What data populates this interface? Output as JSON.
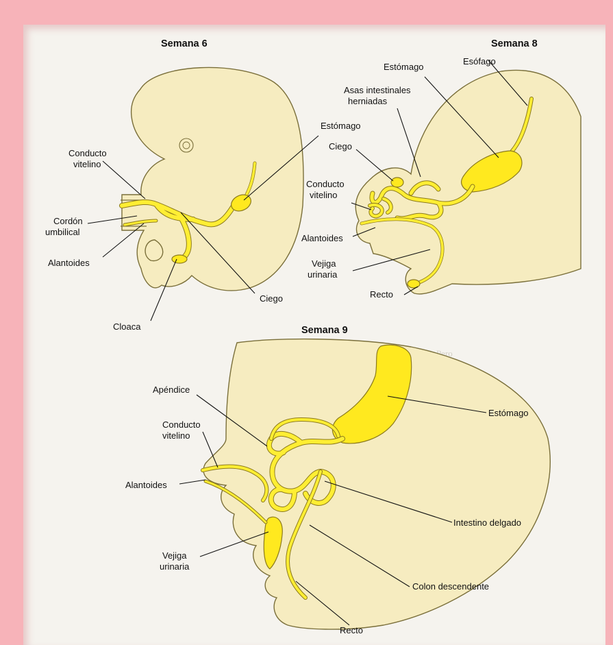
{
  "panels": {
    "week6": {
      "title": "Semana 6",
      "labels": {
        "conducto": [
          "Conducto",
          "vitelino"
        ],
        "cordon": [
          "Cordón",
          "umbilical"
        ],
        "alantoides": "Alantoides",
        "estomago": "Estómago",
        "ciego": "Ciego",
        "cloaca": "Cloaca"
      }
    },
    "week8": {
      "title": "Semana 8",
      "labels": {
        "estomago": "Estómago",
        "esofago": "Esófago",
        "asas": [
          "Asas intestinales",
          "herniadas"
        ],
        "ciego": "Ciego",
        "conducto": [
          "Conducto",
          "vitelino"
        ],
        "alantoides": "Alantoides",
        "vejiga": [
          "Vejiga",
          "urinaria"
        ],
        "recto": "Recto"
      }
    },
    "week9": {
      "title": "Semana 9",
      "labels": {
        "apendice": "Apéndice",
        "conducto": [
          "Conducto",
          "vitelino"
        ],
        "alantoides": "Alantoides",
        "vejiga": [
          "Vejiga",
          "urinaria"
        ],
        "estomago": "Estómago",
        "intestino": "Intestino delgado",
        "colon": "Colon descendente",
        "recto": "Recto"
      }
    }
  },
  "colors": {
    "frame": "#f7b3b9",
    "paper": "#f5f3ee",
    "embryo_fill": "#f6ecc0",
    "gut_yellow": "#ffee33"
  }
}
